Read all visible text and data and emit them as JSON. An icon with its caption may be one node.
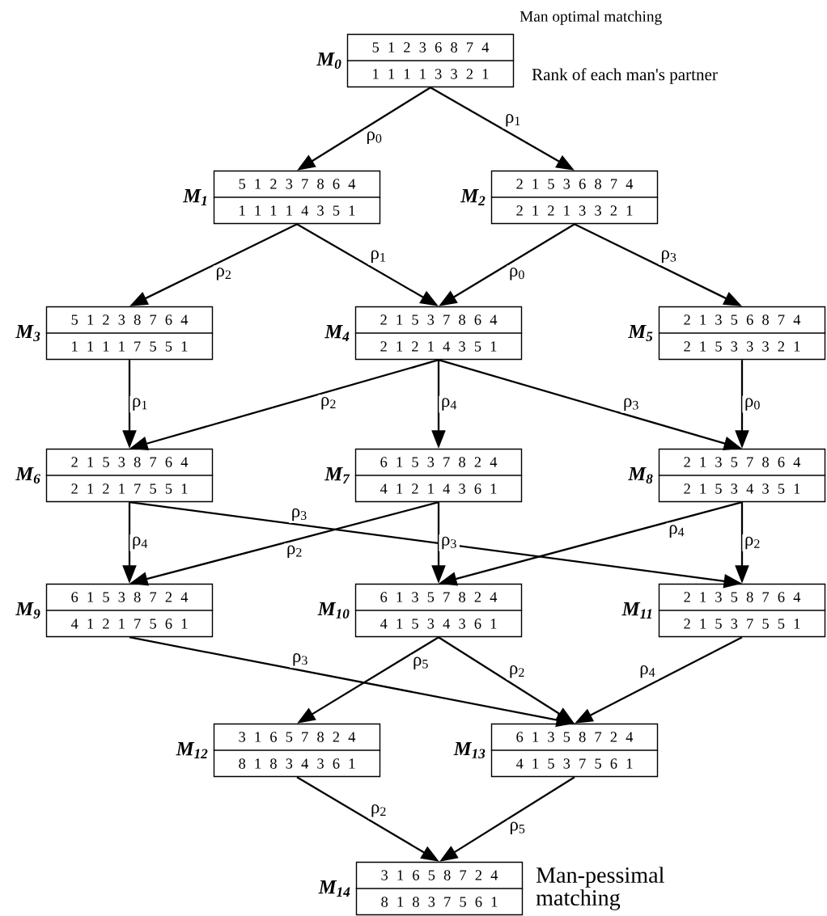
{
  "diagram": {
    "nodes": [
      {
        "text": [
          "5 1 2 3 6 8 7 4",
          "1 1 1 1 3 3 2 1"
        ],
        "beside": [
          "M$_{0}$",
          "Man optimal matching",
          "Rank of each man's partner"
        ]
      },
      {
        "text": [
          "5 1 2 3 7 8 6 4",
          "1 1 1 1 4 3 5 1"
        ],
        "beside": [
          "M$_{1}$"
        ]
      },
      {
        "text": [
          "2 1 5 3 6 8 7 4",
          "2 1 2 1 3 3 2 1"
        ],
        "beside": [
          "M$_{2}$"
        ]
      },
      {
        "text": [
          "5 1 2 3 8 7 6 4",
          "1 1 1 1 7 5 5 1"
        ],
        "beside": [
          "M$_{3}$"
        ]
      },
      {
        "text": [
          "2 1 5 3 7 8 6 4",
          "2 1 2 1 4 3 5 1"
        ],
        "beside": [
          "M$_{4}$"
        ]
      },
      {
        "text": [
          "2 1 3 5 6 8 7 4",
          "2 1 5 3 3 3 2 1"
        ],
        "beside": [
          "M$_{5}$"
        ]
      },
      {
        "text": [
          "2 1 5 3 8 7 6 4",
          "2 1 2 1 7 5 5 1"
        ],
        "beside": [
          "M$_{6}$"
        ]
      },
      {
        "text": [
          "6 1 5 3 7 8 2 4",
          "4 1 2 1 4 3 6 1"
        ],
        "beside": [
          "M$_{7}$"
        ]
      },
      {
        "text": [
          "2 1 3 5 7 8 6 4",
          "2 1 5 3 4 3 5 1"
        ],
        "beside": [
          "M$_{8}$"
        ]
      },
      {
        "text": [
          "6 1 5 3 8 7 2 4",
          "4 1 2 1 7 5 6 1"
        ],
        "beside": [
          "M$_{9}$"
        ]
      },
      {
        "text": [
          "6 1 3 5 7 8 2 4",
          "4 1 5 3 4 3 6 1"
        ],
        "beside": [
          "M$_{10}$"
        ]
      },
      {
        "text": [
          "2 1 3 5 8 7 6 4",
          "2 1 5 3 7 5 5 1"
        ],
        "beside": [
          "M$_{11}$"
        ]
      },
      {
        "text": [
          "3 1 6 5 7 8 2 4",
          "8 1 8 3 4 3 6 1"
        ],
        "beside": [
          "M$_{12}$"
        ]
      },
      {
        "text": [
          "6 1 3 5 8 7 2 4",
          "4 1 5 3 7 5 6 1"
        ],
        "beside": [
          "M$_{13}$"
        ]
      },
      {
        "text": [
          "3 1 6 5 8 7 2 4",
          "8 1 8 3 7 5 6 1"
        ],
        "beside": [
          "M$_{14}$",
          "Man-pessimal matching"
        ]
      }
    ],
    "edges": [
      {
        "from": 0,
        "to": 1,
        "arrow": "to",
        "label": "ρ$_{0}$"
      },
      {
        "from": 0,
        "to": 2,
        "arrow": "to",
        "label": "ρ$_{1}$"
      },
      {
        "from": 1,
        "to": 3,
        "arrow": "to",
        "label": "ρ$_{2}$"
      },
      {
        "from": 1,
        "to": 4,
        "arrow": "to",
        "label": "ρ$_{1}$"
      },
      {
        "from": 2,
        "to": 4,
        "arrow": "to",
        "label": "ρ$_{0}$"
      },
      {
        "from": 2,
        "to": 5,
        "arrow": "to",
        "label": "ρ$_{3}$"
      },
      {
        "from": 3,
        "to": 6,
        "arrow": "to",
        "label": "ρ$_{1}$"
      },
      {
        "from": 4,
        "to": 6,
        "arrow": "to",
        "label": "ρ$_{2}$"
      },
      {
        "from": 4,
        "to": 7,
        "arrow": "to",
        "label": "ρ$_{4}$"
      },
      {
        "from": 4,
        "to": 8,
        "arrow": "to",
        "label": "ρ$_{3}$"
      },
      {
        "from": 5,
        "to": 8,
        "arrow": "to",
        "label": "ρ$_{0}$"
      },
      {
        "from": 6,
        "to": 9,
        "arrow": "to",
        "label": "ρ$_{4}$"
      },
      {
        "from": 6,
        "to": 11,
        "arrow": "to",
        "label": "ρ$_{3}$"
      },
      {
        "from": 7,
        "to": 9,
        "arrow": "to",
        "label": "ρ$_{2}$"
      },
      {
        "from": 7,
        "to": 10,
        "arrow": "to",
        "label": "ρ$_{3}$"
      },
      {
        "from": 8,
        "to": 10,
        "arrow": "to",
        "label": "ρ$_{4}$"
      },
      {
        "from": 8,
        "to": 11,
        "arrow": "to",
        "label": "ρ$_{2}$"
      },
      {
        "from": 9,
        "to": 13,
        "arrow": "to",
        "label": "ρ$_{3}$"
      },
      {
        "from": 10,
        "to": 12,
        "arrow": "to",
        "label": "ρ$_{5}$"
      },
      {
        "from": 10,
        "to": 13,
        "arrow": "to",
        "label": "ρ$_{2}$"
      },
      {
        "from": 11,
        "to": 13,
        "arrow": "to",
        "label": "ρ$_{4}$"
      },
      {
        "from": 12,
        "to": 14,
        "arrow": "to",
        "label": "ρ$_{2}$"
      },
      {
        "from": 13,
        "to": 14,
        "arrow": "to",
        "label": "ρ$_{5}$"
      }
    ]
  }
}
